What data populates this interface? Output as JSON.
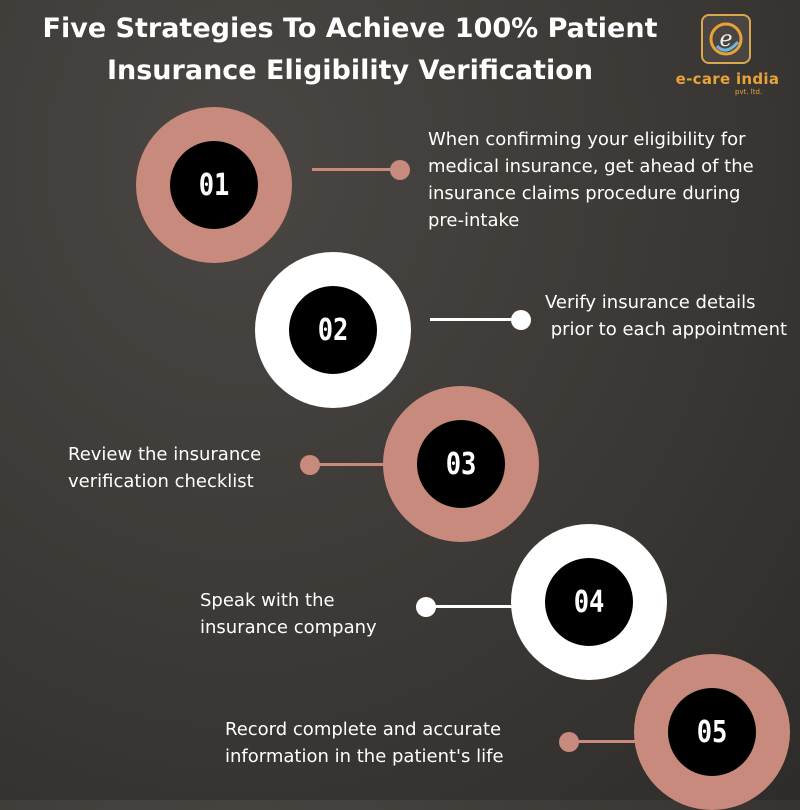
{
  "title": {
    "line1": "Five Strategies To Achieve 100% Patient",
    "line2": "Insurance Eligibility Verification"
  },
  "logo": {
    "icon": "e-care-logo-icon",
    "name": "e-care india",
    "sub": "pvt. ltd.",
    "colors": {
      "gold": "#e8a23a",
      "border": "#d9a84e"
    }
  },
  "colors": {
    "pink": "#c88a7c",
    "white": "#ffffff",
    "inner": "#000000"
  },
  "steps": [
    {
      "number": "01",
      "lines": [
        "When confirming your eligibility for",
        "medical insurance, get ahead of the",
        "insurance claims procedure during",
        "pre-intake"
      ]
    },
    {
      "number": "02",
      "lines": [
        "Verify insurance details",
        " prior to each appointment"
      ]
    },
    {
      "number": "03",
      "lines": [
        "Review the insurance",
        "verification checklist"
      ]
    },
    {
      "number": "04",
      "lines": [
        "Speak with the",
        "insurance company"
      ]
    },
    {
      "number": "05",
      "lines": [
        "Record complete and accurate",
        "information in the patient's life"
      ]
    }
  ]
}
